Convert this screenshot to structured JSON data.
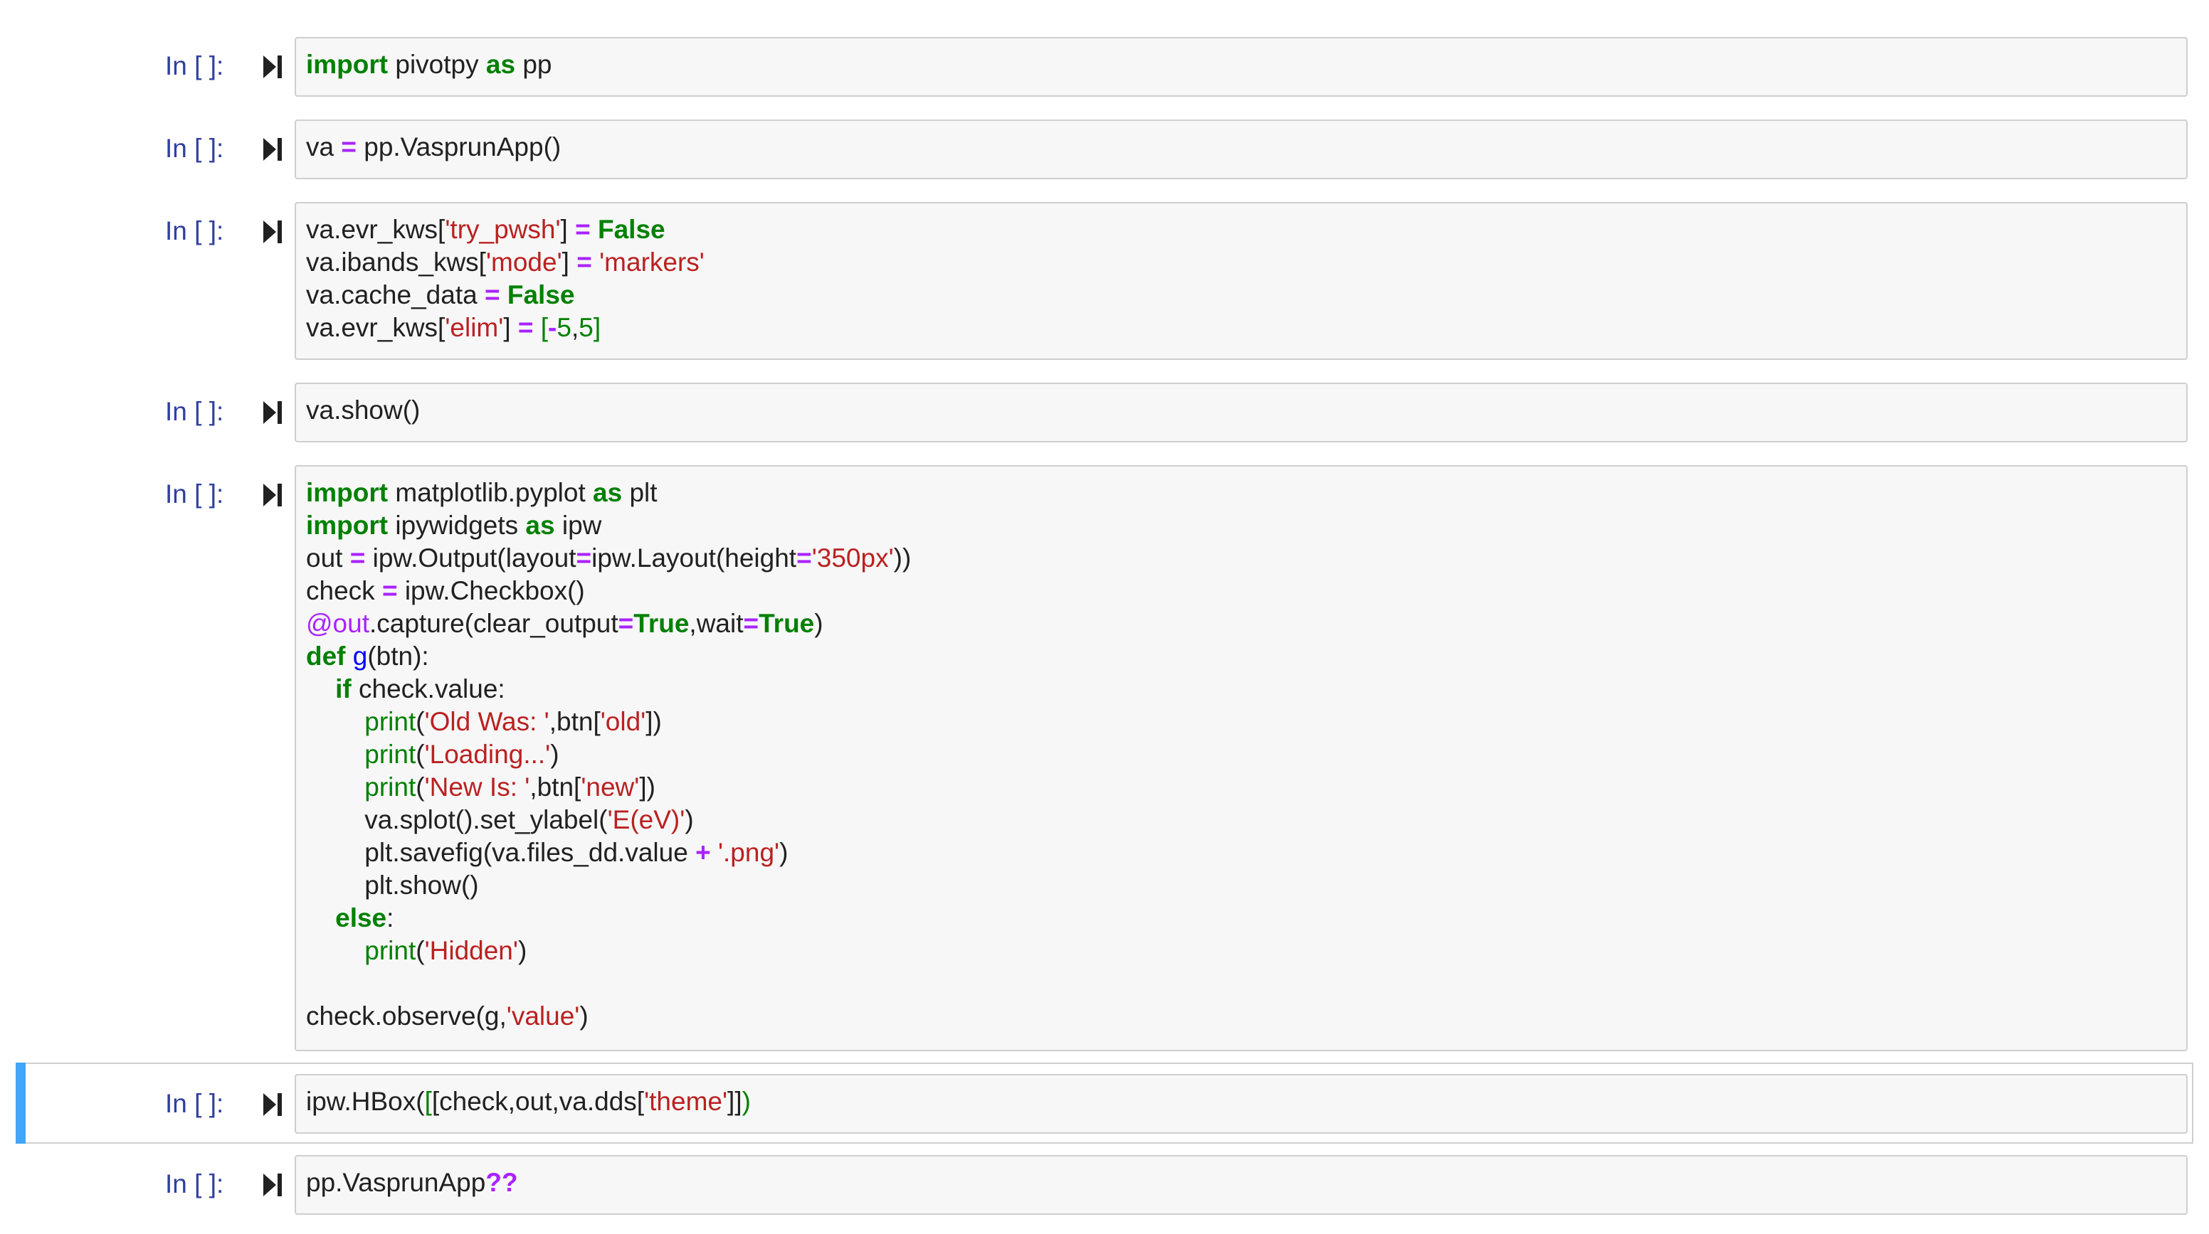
{
  "colors": {
    "prompt": "#303f9f",
    "keyword": "#008000",
    "operator": "#aa22ff",
    "string": "#ba2121",
    "selected_bar": "#42a5f5",
    "cell_bg": "#f7f7f7",
    "cell_border": "#cfcfcf"
  },
  "icons": {
    "run": "run-cell-icon"
  },
  "cells": [
    {
      "prompt": "In [ ]:",
      "code": [
        [
          [
            "k",
            "import"
          ],
          [
            "t",
            " pivotpy "
          ],
          [
            "k",
            "as"
          ],
          [
            "t",
            " pp"
          ]
        ]
      ]
    },
    {
      "prompt": "In [ ]:",
      "code": [
        [
          [
            "t",
            "va "
          ],
          [
            "o",
            "="
          ],
          [
            "t",
            " pp.VasprunApp()"
          ]
        ]
      ]
    },
    {
      "prompt": "In [ ]:",
      "code": [
        [
          [
            "t",
            "va.evr_kws["
          ],
          [
            "s",
            "'try_pwsh'"
          ],
          [
            "t",
            "] "
          ],
          [
            "o",
            "="
          ],
          [
            "t",
            " "
          ],
          [
            "k",
            "False"
          ]
        ],
        [
          [
            "t",
            "va.ibands_kws["
          ],
          [
            "s",
            "'mode'"
          ],
          [
            "t",
            "] "
          ],
          [
            "o",
            "="
          ],
          [
            "t",
            " "
          ],
          [
            "s",
            "'markers'"
          ]
        ],
        [
          [
            "t",
            "va.cache_data "
          ],
          [
            "o",
            "="
          ],
          [
            "t",
            " "
          ],
          [
            "k",
            "False"
          ]
        ],
        [
          [
            "t",
            "va.evr_kws["
          ],
          [
            "s",
            "'elim'"
          ],
          [
            "t",
            "] "
          ],
          [
            "o",
            "="
          ],
          [
            "t",
            " "
          ],
          [
            "p",
            "["
          ],
          [
            "o",
            "-"
          ],
          [
            "n",
            "5"
          ],
          [
            "t",
            ","
          ],
          [
            "n",
            "5"
          ],
          [
            "p",
            "]"
          ]
        ]
      ]
    },
    {
      "prompt": "In [ ]:",
      "code": [
        [
          [
            "t",
            "va.show()"
          ]
        ]
      ]
    },
    {
      "prompt": "In [ ]:",
      "code": [
        [
          [
            "k",
            "import"
          ],
          [
            "t",
            " matplotlib.pyplot "
          ],
          [
            "k",
            "as"
          ],
          [
            "t",
            " plt"
          ]
        ],
        [
          [
            "k",
            "import"
          ],
          [
            "t",
            " ipywidgets "
          ],
          [
            "k",
            "as"
          ],
          [
            "t",
            " ipw"
          ]
        ],
        [
          [
            "t",
            "out "
          ],
          [
            "o",
            "="
          ],
          [
            "t",
            " ipw.Output(layout"
          ],
          [
            "o",
            "="
          ],
          [
            "t",
            "ipw.Layout(height"
          ],
          [
            "o",
            "="
          ],
          [
            "s",
            "'350px'"
          ],
          [
            "t",
            "))"
          ]
        ],
        [
          [
            "t",
            "check "
          ],
          [
            "o",
            "="
          ],
          [
            "t",
            " ipw.Checkbox()"
          ]
        ],
        [
          [
            "d",
            "@out"
          ],
          [
            "t",
            ".capture(clear_output"
          ],
          [
            "o",
            "="
          ],
          [
            "k",
            "True"
          ],
          [
            "t",
            ",wait"
          ],
          [
            "o",
            "="
          ],
          [
            "k",
            "True"
          ],
          [
            "t",
            ")"
          ]
        ],
        [
          [
            "k",
            "def"
          ],
          [
            "t",
            " "
          ],
          [
            "f",
            "g"
          ],
          [
            "t",
            "(btn):"
          ]
        ],
        [
          [
            "t",
            "    "
          ],
          [
            "k",
            "if"
          ],
          [
            "t",
            " check.value:"
          ]
        ],
        [
          [
            "t",
            "        "
          ],
          [
            "b",
            "print"
          ],
          [
            "t",
            "("
          ],
          [
            "s",
            "'Old Was: '"
          ],
          [
            "t",
            ",btn["
          ],
          [
            "s",
            "'old'"
          ],
          [
            "t",
            "])"
          ]
        ],
        [
          [
            "t",
            "        "
          ],
          [
            "b",
            "print"
          ],
          [
            "t",
            "("
          ],
          [
            "s",
            "'Loading...'"
          ],
          [
            "t",
            ")"
          ]
        ],
        [
          [
            "t",
            "        "
          ],
          [
            "b",
            "print"
          ],
          [
            "t",
            "("
          ],
          [
            "s",
            "'New Is: '"
          ],
          [
            "t",
            ",btn["
          ],
          [
            "s",
            "'new'"
          ],
          [
            "t",
            "])"
          ]
        ],
        [
          [
            "t",
            "        va.splot().set_ylabel("
          ],
          [
            "s",
            "'E(eV)'"
          ],
          [
            "t",
            ")"
          ]
        ],
        [
          [
            "t",
            "        plt.savefig(va.files_dd.value "
          ],
          [
            "o",
            "+"
          ],
          [
            "t",
            " "
          ],
          [
            "s",
            "'.png'"
          ],
          [
            "t",
            ")"
          ]
        ],
        [
          [
            "t",
            "        plt.show()"
          ]
        ],
        [
          [
            "t",
            "    "
          ],
          [
            "k",
            "else"
          ],
          [
            "t",
            ":"
          ]
        ],
        [
          [
            "t",
            "        "
          ],
          [
            "b",
            "print"
          ],
          [
            "t",
            "("
          ],
          [
            "s",
            "'Hidden'"
          ],
          [
            "t",
            ")"
          ]
        ],
        [
          [
            "t",
            ""
          ]
        ],
        [
          [
            "t",
            "check.observe(g,"
          ],
          [
            "s",
            "'value'"
          ],
          [
            "t",
            ")"
          ]
        ]
      ]
    },
    {
      "prompt": "In [ ]:",
      "code": [
        [
          [
            "t",
            "ipw.HBox("
          ],
          [
            "p",
            "["
          ],
          [
            "t",
            "[check,out,va.dds["
          ],
          [
            "s",
            "'theme'"
          ],
          [
            "t",
            "]]"
          ],
          [
            "p",
            ")"
          ]
        ]
      ]
    },
    {
      "prompt": "In [ ]:",
      "code": [
        [
          [
            "t",
            "pp.VasprunApp"
          ],
          [
            "o",
            "??"
          ]
        ]
      ]
    }
  ]
}
